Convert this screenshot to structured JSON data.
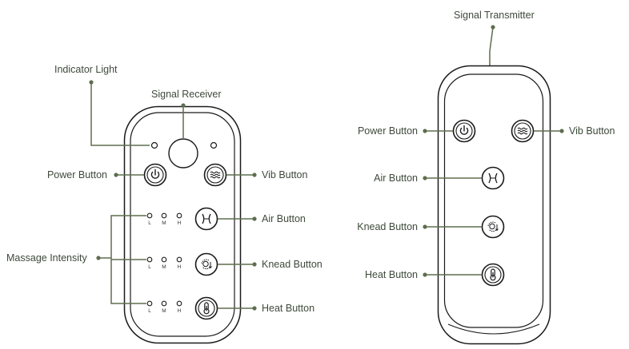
{
  "left_remote": {
    "labels": {
      "indicator_light": "Indicator Light",
      "signal_receiver": "Signal Receiver",
      "power_button": "Power Button",
      "vib_button": "Vib Button",
      "air_button": "Air Button",
      "knead_button": "Knead Button",
      "heat_button": "Heat Button",
      "massage_intensity": "Massage Intensity"
    },
    "intensity_levels": [
      "L",
      "M",
      "H"
    ]
  },
  "right_remote": {
    "labels": {
      "signal_transmitter": "Signal Transmitter",
      "power_button": "Power Button",
      "vib_button": "Vib Button",
      "air_button": "Air Button",
      "knead_button": "Knead Button",
      "heat_button": "Heat Button"
    }
  },
  "colors": {
    "callout": "#5e6e4e",
    "outline": "#1a1a1a",
    "text": "#3d4a3a"
  },
  "icons": [
    "power-icon",
    "wave-icon",
    "air-icon",
    "knead-icon",
    "thermometer-icon"
  ]
}
